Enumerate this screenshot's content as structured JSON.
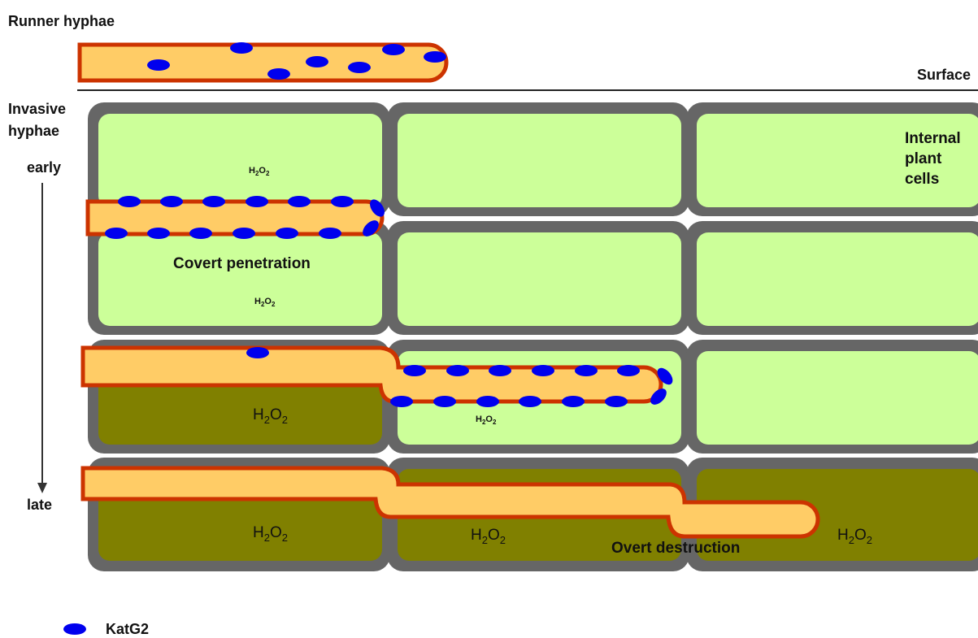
{
  "labels": {
    "runner_hyphae": "Runner hyphae",
    "surface": "Surface",
    "invasive_line1": "Invasive",
    "invasive_line2": "hyphae",
    "early": "early",
    "late": "late",
    "internal_line1": "Internal",
    "internal_line2": "plant",
    "internal_line3": "cells",
    "covert_penetration": "Covert penetration",
    "overt_destruction": "Overt destruction",
    "h2o2_base": "H",
    "h2o2_sub": "2",
    "h2o2_mid": "O",
    "legend_katg2": "KatG2"
  },
  "colors": {
    "cell_wall": "#666666",
    "healthy_cell": "#ccff99",
    "necrotic_cell": "#808000",
    "hypha_fill": "#ffcc66",
    "hypha_wall": "#cc3300",
    "katg2": "#0000ee",
    "text": "#111111"
  },
  "cell_states": [
    [
      "healthy",
      "healthy",
      "healthy"
    ],
    [
      "healthy",
      "healthy",
      "healthy"
    ],
    [
      "necrotic",
      "healthy",
      "healthy"
    ],
    [
      "necrotic",
      "necrotic",
      "necrotic"
    ]
  ]
}
